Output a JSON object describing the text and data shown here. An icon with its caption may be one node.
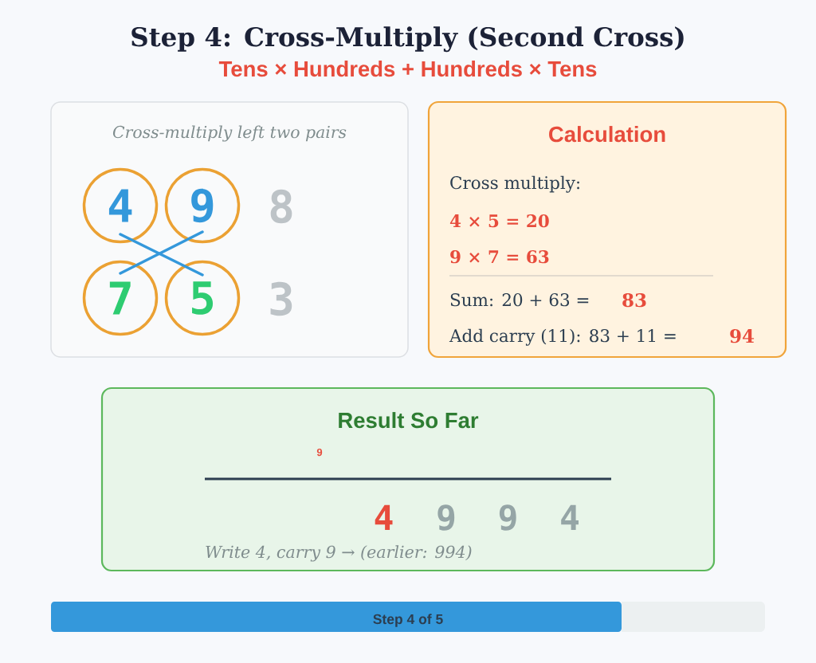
{
  "diagram": {
    "title": "Step 4: Cross-Multiply (Second Cross)",
    "nodes": [
      {
        "text": [
          "Cross-multiply left two pairs"
        ]
      },
      {
        "text": [
          "4"
        ],
        "in": 0
      },
      {
        "text": [
          "9"
        ],
        "in": 0
      },
      {
        "text": [
          "7"
        ],
        "in": 0
      },
      {
        "text": [
          "5"
        ],
        "in": 0
      },
      {
        "text": [
          "Calculation",
          "Cross multiply:",
          "4 × 5 = 20",
          "9 × 7 = 63",
          "Sum: 20 + 63 =",
          "83",
          "Add carry (11): 83 + 11 =",
          "94"
        ]
      },
      {
        "text": [
          "Result So Far",
          "9",
          "4",
          "9",
          "9",
          "4",
          "Write 4, carry 9 → (earlier: 994)"
        ]
      },
      {
        "text": [
          "Step 4 of 5"
        ]
      }
    ],
    "edges": [
      {
        "from": 1,
        "to": 4,
        "arrow": "none"
      },
      {
        "from": 2,
        "to": 3,
        "arrow": "none"
      }
    ],
    "labels": [
      "Tens × Hundreds + Hundreds × Tens",
      "8",
      "3"
    ]
  }
}
